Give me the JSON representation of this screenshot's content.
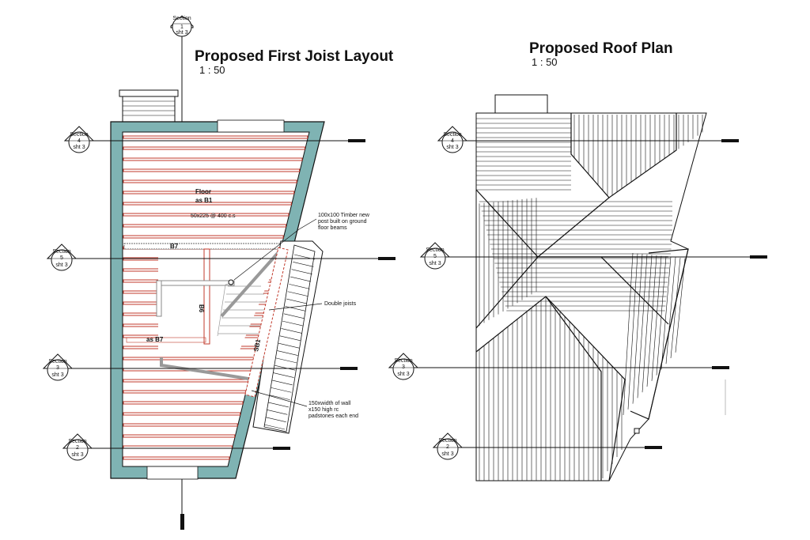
{
  "joist_plan": {
    "title": "Proposed First Joist Layout",
    "scale": "1 : 50",
    "floor_label": "Floor",
    "floor_ref": "as B1",
    "joist_spec": "50x225 @ 400 c.s",
    "beam_b7": "B7",
    "beam_b6": "B6",
    "beam_as_b7": "as B7",
    "beam_sb1": "SB1",
    "note_post": [
      "100x100 Timber new",
      "post built on ground",
      "floor beams"
    ],
    "note_double": "Double joists",
    "note_padstones": [
      "150xwidth of wall",
      "x150 high rc",
      "padstones each end"
    ]
  },
  "roof_plan": {
    "title": "Proposed Roof Plan",
    "scale": "1 : 50"
  },
  "section_markers": {
    "word": "Section",
    "sheet": "sht 3",
    "left": [
      {
        "num": "1",
        "sheet": "sht 3"
      },
      {
        "num": "4",
        "sheet": "sht 3"
      },
      {
        "num": "5",
        "sheet": "sht 3"
      },
      {
        "num": "3",
        "sheet": "sht 3"
      },
      {
        "num": "2",
        "sheet": "sht 3"
      }
    ],
    "right": [
      {
        "num": "4",
        "sheet": "sht 3"
      },
      {
        "num": "5",
        "sheet": "sht 3"
      },
      {
        "num": "3",
        "sheet": "sht 3"
      },
      {
        "num": "2",
        "sheet": "sht 3"
      }
    ]
  },
  "colors": {
    "line": "#111111",
    "joist": "#c0392b",
    "wall_fill": "#7fb3b3"
  }
}
